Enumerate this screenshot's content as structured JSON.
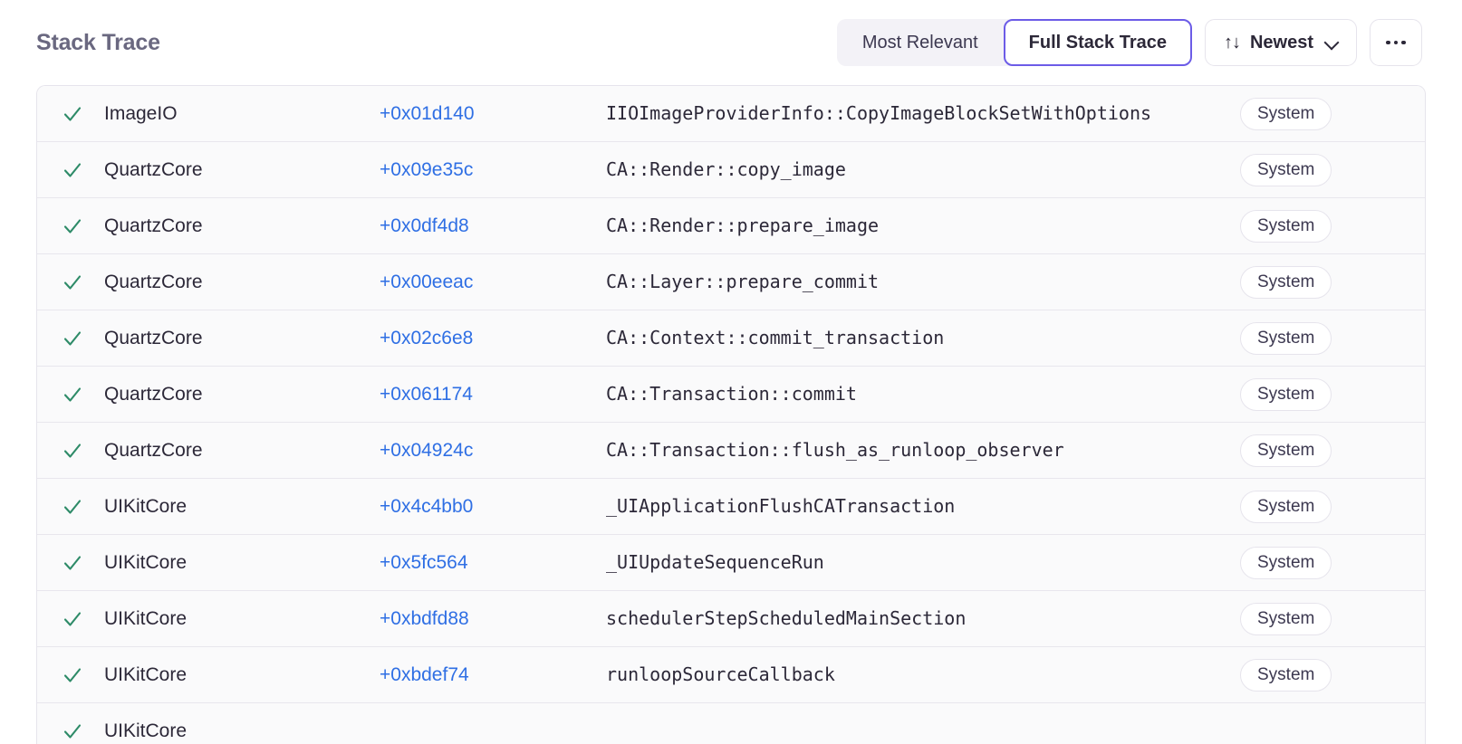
{
  "header": {
    "title": "Stack Trace",
    "segmented": {
      "options": [
        {
          "label": "Most Relevant",
          "active": false
        },
        {
          "label": "Full Stack Trace",
          "active": true
        }
      ]
    },
    "sort": {
      "icon": "sort-updown-icon",
      "glyph": "↑↓",
      "label": "Newest",
      "chevron": "chevron-down-icon"
    },
    "overflow": {
      "label": "…",
      "name": "more-options-button"
    }
  },
  "table": {
    "rows": [
      {
        "status": "check",
        "module": "ImageIO",
        "offset": "+0x01d140",
        "function": "IIOImageProviderInfo::CopyImageBlockSetWithOptions",
        "badge": "System"
      },
      {
        "status": "check",
        "module": "QuartzCore",
        "offset": "+0x09e35c",
        "function": "CA::Render::copy_image",
        "badge": "System"
      },
      {
        "status": "check",
        "module": "QuartzCore",
        "offset": "+0x0df4d8",
        "function": "CA::Render::prepare_image",
        "badge": "System"
      },
      {
        "status": "check",
        "module": "QuartzCore",
        "offset": "+0x00eeac",
        "function": "CA::Layer::prepare_commit",
        "badge": "System"
      },
      {
        "status": "check",
        "module": "QuartzCore",
        "offset": "+0x02c6e8",
        "function": "CA::Context::commit_transaction",
        "badge": "System"
      },
      {
        "status": "check",
        "module": "QuartzCore",
        "offset": "+0x061174",
        "function": "CA::Transaction::commit",
        "badge": "System"
      },
      {
        "status": "check",
        "module": "QuartzCore",
        "offset": "+0x04924c",
        "function": "CA::Transaction::flush_as_runloop_observer",
        "badge": "System"
      },
      {
        "status": "check",
        "module": "UIKitCore",
        "offset": "+0x4c4bb0",
        "function": "_UIApplicationFlushCATransaction",
        "badge": "System"
      },
      {
        "status": "check",
        "module": "UIKitCore",
        "offset": "+0x5fc564",
        "function": "_UIUpdateSequenceRun",
        "badge": "System"
      },
      {
        "status": "check",
        "module": "UIKitCore",
        "offset": "+0xbdfd88",
        "function": "schedulerStepScheduledMainSection",
        "badge": "System"
      },
      {
        "status": "check",
        "module": "UIKitCore",
        "offset": "+0xbdef74",
        "function": "runloopSourceCallback",
        "badge": "System"
      },
      {
        "status": "check",
        "module": "UIKitCore",
        "offset": "",
        "function": "",
        "badge": ""
      }
    ]
  },
  "colors": {
    "accent": "#6c5ce7",
    "link": "#2f6fe4",
    "check": "#2e8b68",
    "title": "#6a6880",
    "row_bg": "#fafafb",
    "border": "#e6e4ec"
  }
}
